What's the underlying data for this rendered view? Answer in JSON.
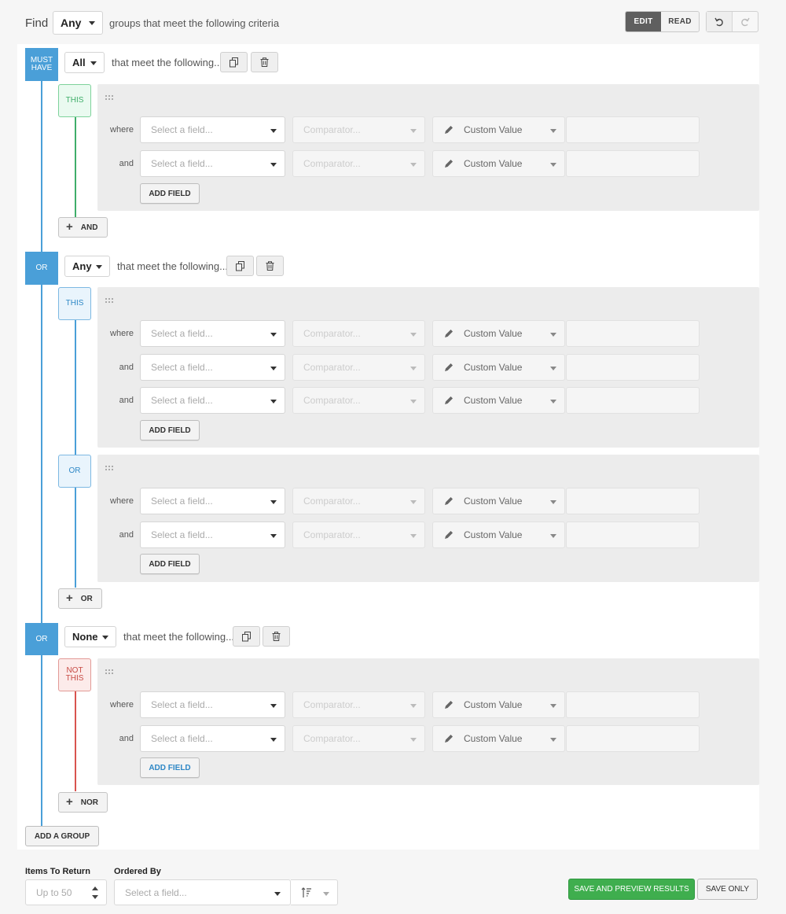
{
  "header": {
    "find_label": "Find",
    "find_mode": "Any",
    "criteria_text": "groups that meet the following criteria",
    "mode_edit": "EDIT",
    "mode_read": "READ"
  },
  "groups": [
    {
      "badge": "MUST HAVE",
      "match_mode": "All",
      "criteria_text": "that meet the following...",
      "blocks": [
        {
          "tag": "THIS",
          "rows": [
            {
              "connector": "where",
              "field_placeholder": "Select a field...",
              "comparator_placeholder": "Comparator...",
              "value_type": "Custom Value"
            },
            {
              "connector": "and",
              "field_placeholder": "Select a field...",
              "comparator_placeholder": "Comparator...",
              "value_type": "Custom Value"
            }
          ],
          "add_field_label": "ADD FIELD"
        }
      ],
      "add_label": "AND"
    },
    {
      "badge": "OR",
      "match_mode": "Any",
      "criteria_text": "that meet the following...",
      "blocks": [
        {
          "tag": "THIS",
          "rows": [
            {
              "connector": "where",
              "field_placeholder": "Select a field...",
              "comparator_placeholder": "Comparator...",
              "value_type": "Custom Value"
            },
            {
              "connector": "and",
              "field_placeholder": "Select a field...",
              "comparator_placeholder": "Comparator...",
              "value_type": "Custom Value"
            },
            {
              "connector": "and",
              "field_placeholder": "Select a field...",
              "comparator_placeholder": "Comparator...",
              "value_type": "Custom Value"
            }
          ],
          "add_field_label": "ADD FIELD"
        },
        {
          "tag": "OR",
          "rows": [
            {
              "connector": "where",
              "field_placeholder": "Select a field...",
              "comparator_placeholder": "Comparator...",
              "value_type": "Custom Value"
            },
            {
              "connector": "and",
              "field_placeholder": "Select a field...",
              "comparator_placeholder": "Comparator...",
              "value_type": "Custom Value"
            }
          ],
          "add_field_label": "ADD FIELD"
        }
      ],
      "add_label": "OR"
    },
    {
      "badge": "OR",
      "match_mode": "None",
      "criteria_text": "that meet the following...",
      "blocks": [
        {
          "tag": "NOT THIS",
          "rows": [
            {
              "connector": "where",
              "field_placeholder": "Select a field...",
              "comparator_placeholder": "Comparator...",
              "value_type": "Custom Value"
            },
            {
              "connector": "and",
              "field_placeholder": "Select a field...",
              "comparator_placeholder": "Comparator...",
              "value_type": "Custom Value"
            }
          ],
          "add_field_label": "ADD FIELD"
        }
      ],
      "add_label": "NOR"
    }
  ],
  "add_group_label": "ADD A GROUP",
  "footer": {
    "items_label": "Items To Return",
    "items_placeholder": "Up to 50",
    "ordered_label": "Ordered By",
    "ordered_placeholder": "Select a field...",
    "save_preview_label": "SAVE AND PREVIEW RESULTS",
    "save_only_label": "SAVE ONLY"
  },
  "colors": {
    "group_badge": "#4a9fd8",
    "this_tag": "#3fae6a",
    "or_tag": "#2f88c6",
    "not_this_tag": "#c74b45",
    "save_preview": "#3fae4e"
  }
}
